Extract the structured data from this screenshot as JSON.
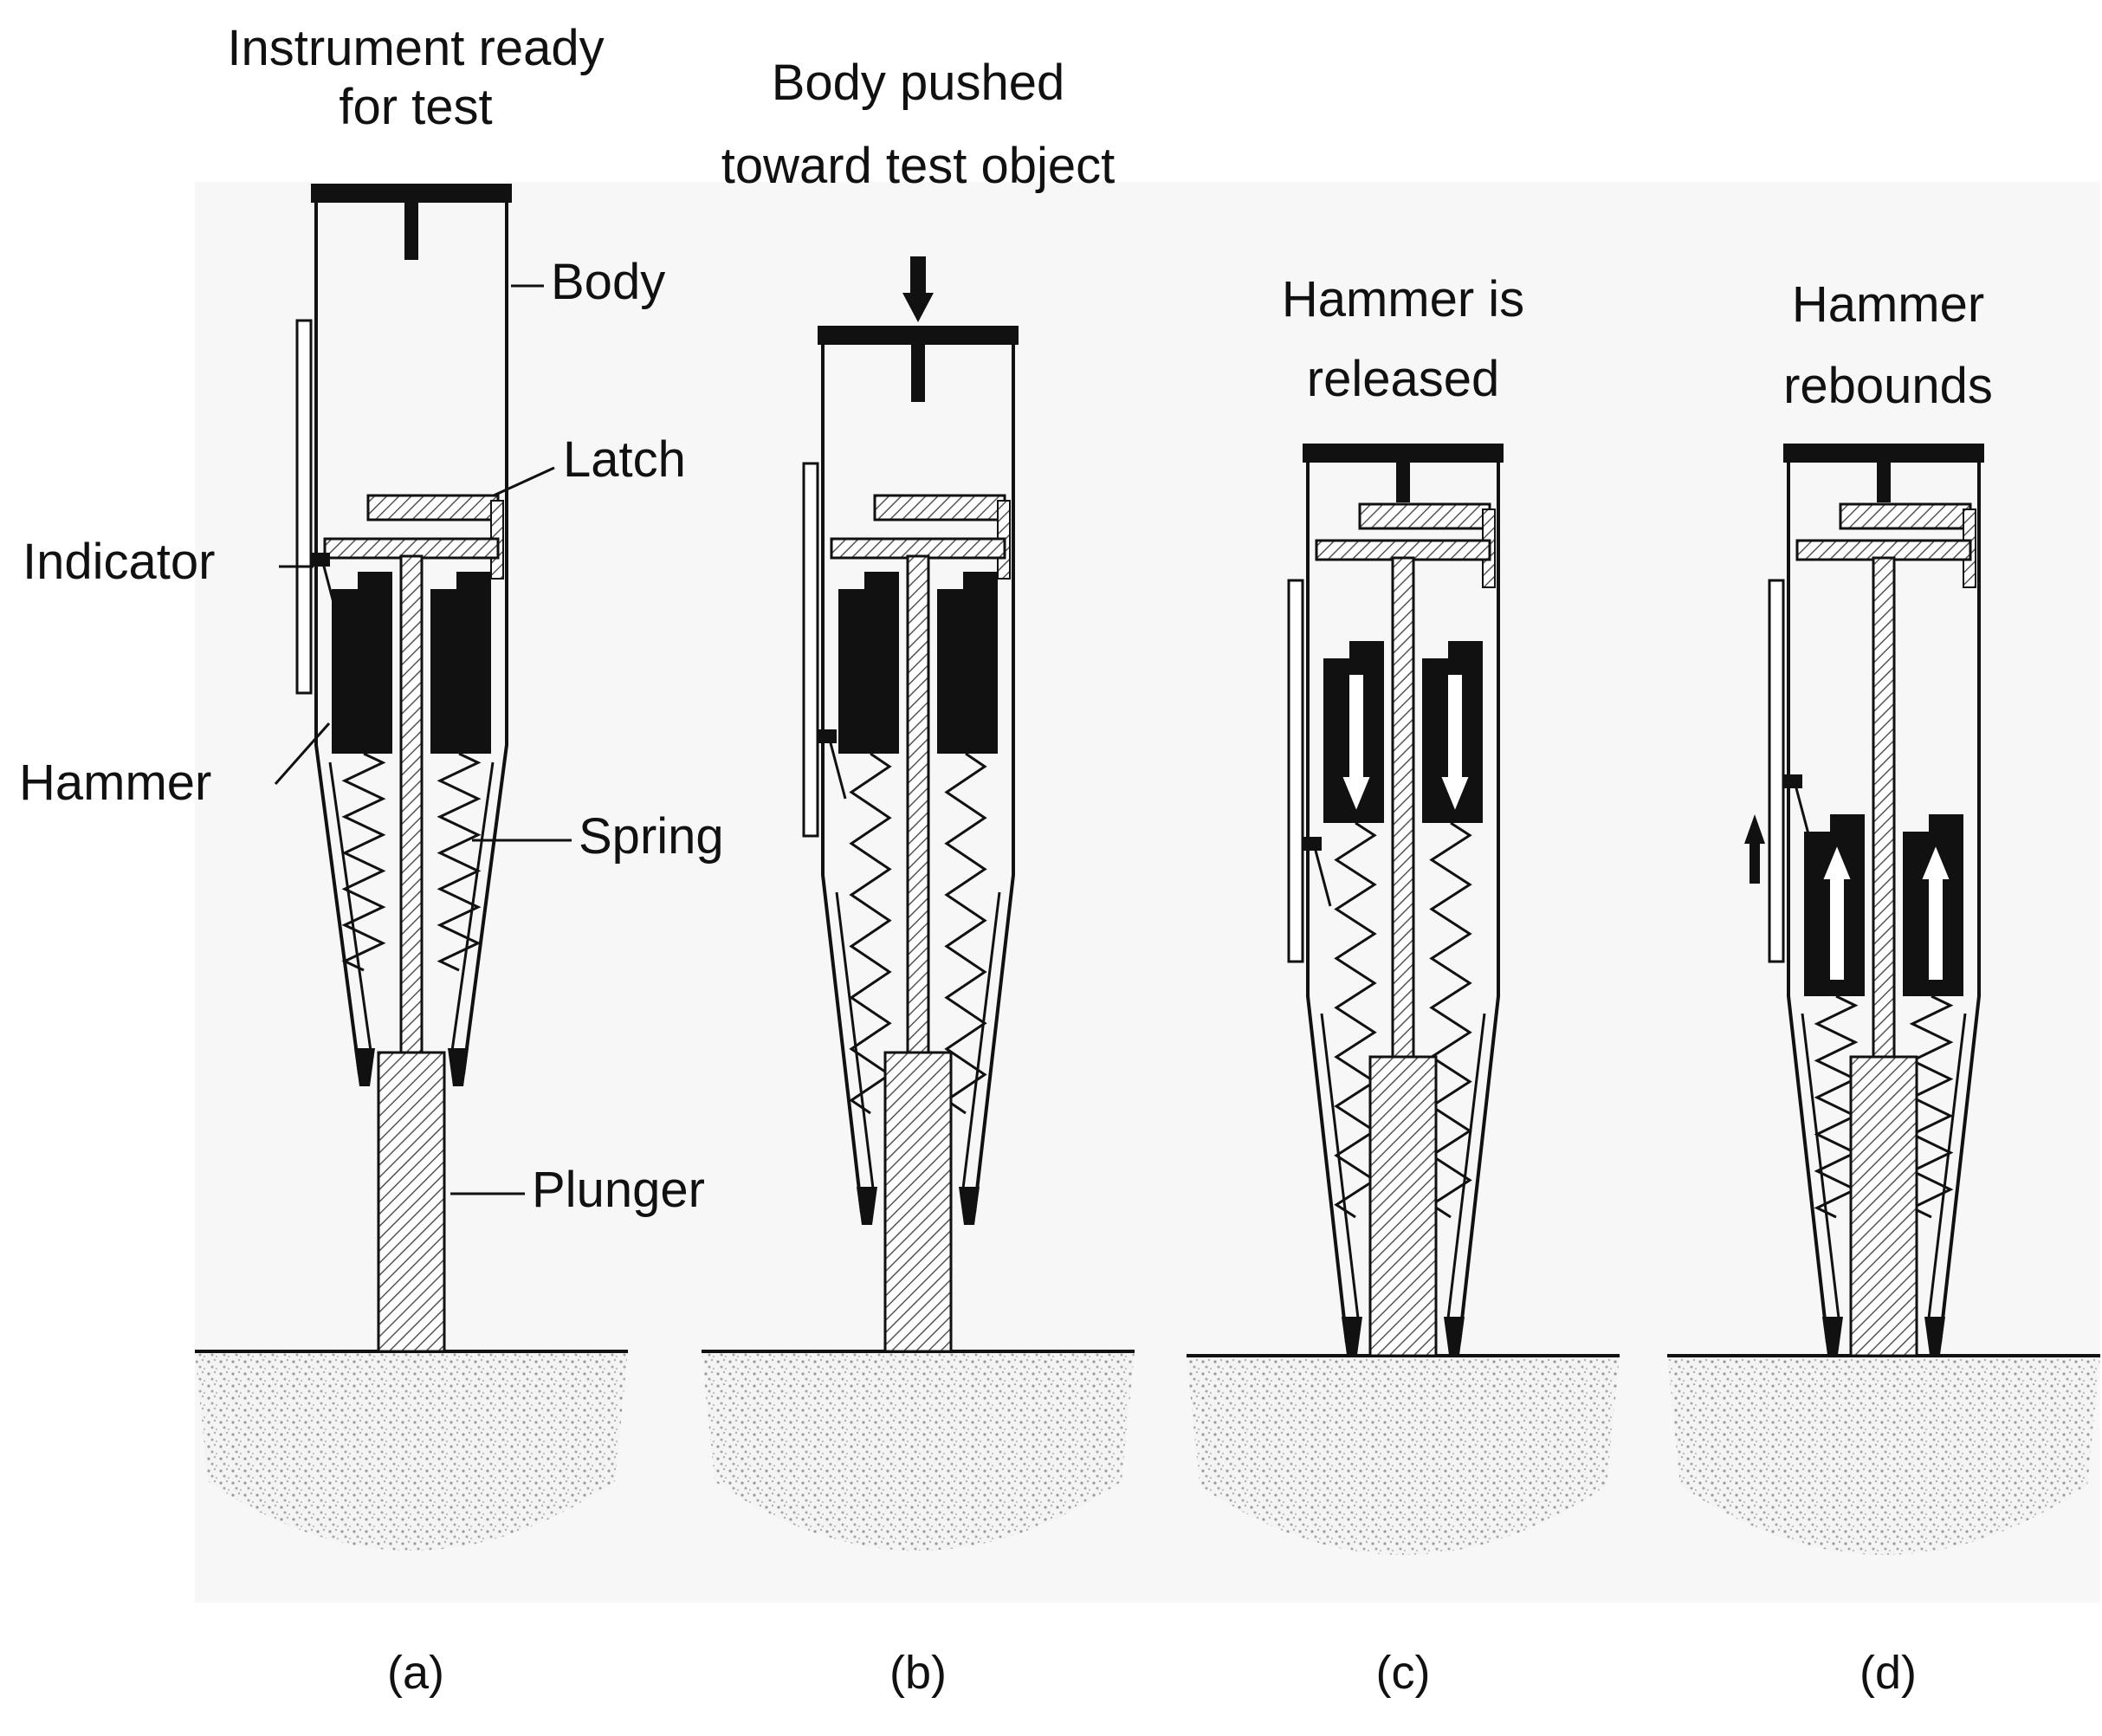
{
  "panels": [
    {
      "id": "a",
      "title_lines": [
        "Instrument ready",
        "for test"
      ],
      "caption": "(a)"
    },
    {
      "id": "b",
      "title_lines": [
        "Body pushed",
        "toward test object"
      ],
      "caption": "(b)"
    },
    {
      "id": "c",
      "title_lines": [
        "Hammer is",
        "released"
      ],
      "caption": "(c)"
    },
    {
      "id": "d",
      "title_lines": [
        "Hammer",
        "rebounds"
      ],
      "caption": "(d)"
    }
  ],
  "parts": {
    "body": "Body",
    "latch": "Latch",
    "indicator": "Indicator",
    "hammer": "Hammer",
    "spring": "Spring",
    "plunger": "Plunger"
  },
  "colors": {
    "ink": "#111111",
    "hatch": "#555555",
    "ground": "#f2f2f2",
    "backdrop": "#f7f7f7"
  }
}
